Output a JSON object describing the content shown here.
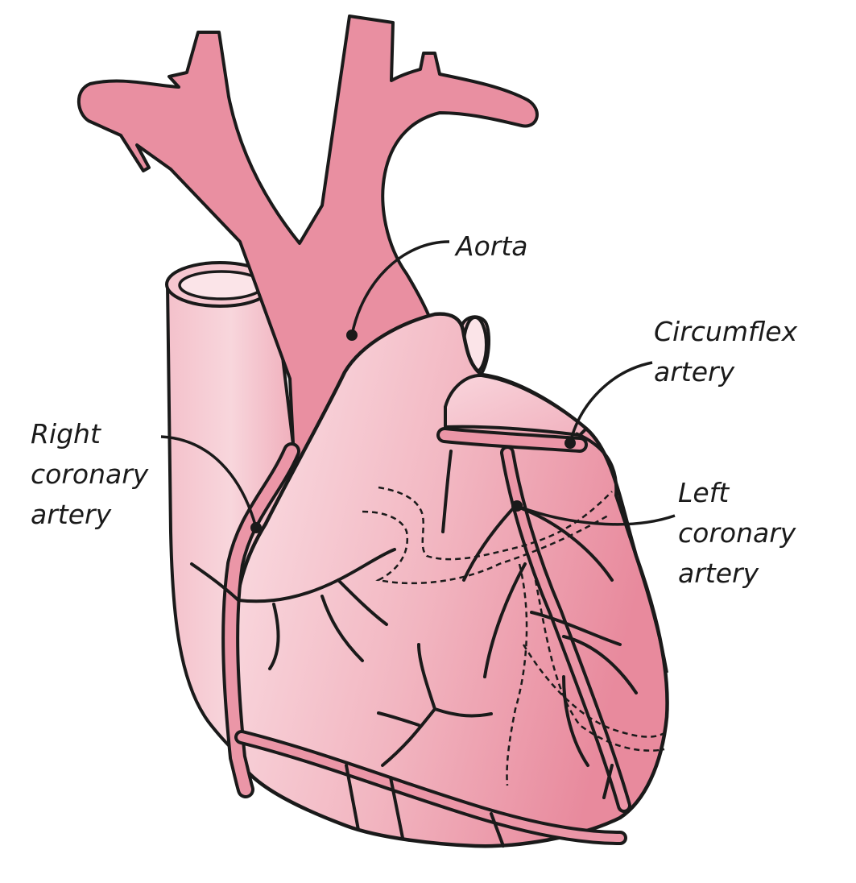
{
  "labels": {
    "aorta": [
      "Aorta"
    ],
    "circumflex_artery": [
      "Circumflex",
      "artery"
    ],
    "right_coronary_artery": [
      "Right",
      "coronary",
      "artery"
    ],
    "left_coronary_artery": [
      "Left",
      "coronary",
      "artery"
    ]
  },
  "colors": {
    "heart_fill": "#f0b4c0",
    "vessel_fill": "#e98b9c",
    "light_fill": "#f7d3da",
    "outline": "#1a1a1a",
    "background": "#ffffff"
  }
}
